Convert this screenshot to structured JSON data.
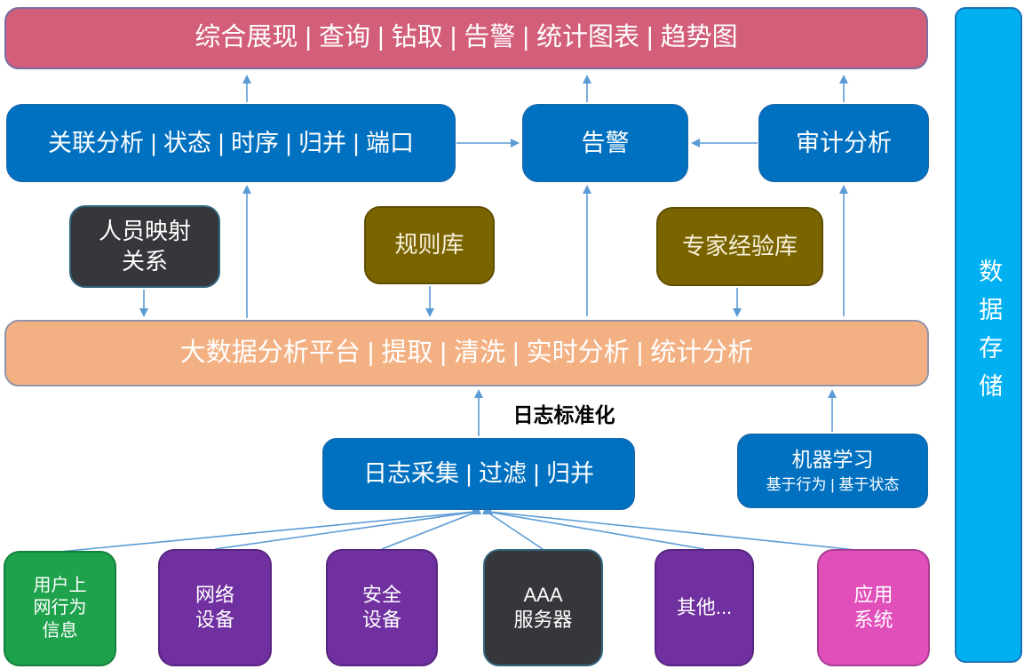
{
  "colors": {
    "arrow": "#5b9bd5",
    "pink": "#d25e79",
    "pinkBorder": "#7a6ea0",
    "blue": "#0070c0",
    "blueBorder": "#1d66a8",
    "olive": "#7a6400",
    "oliveBorder": "#5f4d00",
    "dark": "#35373a",
    "darkBorder": "#33657f",
    "orange": "#f3b183",
    "orangeBorder": "#9295a8",
    "green": "#1fa24c",
    "greenBorder": "#13813c",
    "purple": "#7030a0",
    "purpleBorder": "#582580",
    "magenta": "#e04fba",
    "magentaBorder": "#a83c92",
    "cyan": "#00b0f0",
    "cyanBorder": "#1a73b5"
  },
  "top_banner": {
    "label": "综合展现 | 查询 | 钻取 | 告警 | 统计图表 | 趋势图"
  },
  "analysis_row": {
    "correlation": {
      "label": "关联分析 | 状态 | 时序 | 归并 | 端口"
    },
    "alert": {
      "label": "告警"
    },
    "audit": {
      "label": "审计分析"
    }
  },
  "knowledge_row": {
    "personnel": {
      "line1": "人员映射",
      "line2": "关系"
    },
    "rules": {
      "label": "规则库"
    },
    "expert": {
      "label": "专家经验库"
    }
  },
  "platform_banner": {
    "label": "大数据分析平台 | 提取 | 清洗 | 实时分析 | 统计分析"
  },
  "log_standardization": {
    "label": "日志标准化"
  },
  "collection": {
    "label": "日志采集 | 过滤 | 归并"
  },
  "machine_learning": {
    "title": "机器学习",
    "subtitle": "基于行为 | 基于状态"
  },
  "sources": [
    {
      "line1": "用户上",
      "line2": "网行为",
      "line3": "信息"
    },
    {
      "line1": "网络",
      "line2": "设备"
    },
    {
      "line1": "安全",
      "line2": "设备"
    },
    {
      "line1": "AAA",
      "line2": "服务器"
    },
    {
      "line1": "其他..."
    },
    {
      "line1": "应用",
      "line2": "系统"
    }
  ],
  "storage_bar": {
    "label": "数据存储"
  }
}
